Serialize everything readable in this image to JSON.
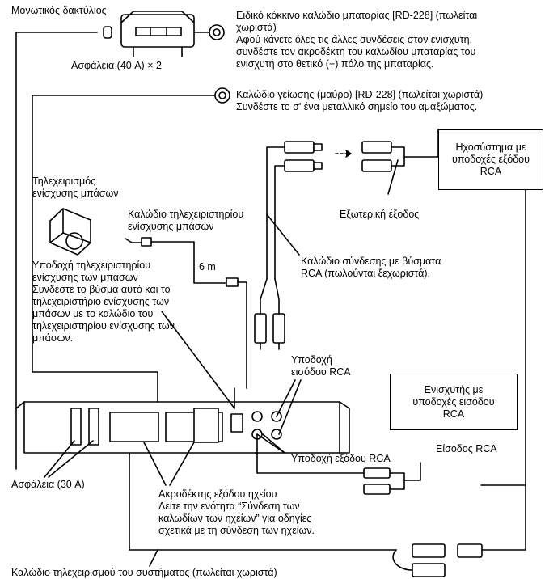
{
  "labels": {
    "ring_insulator": "Μονωτικός δακτύλιος",
    "fuse_40": "Ασφάλεια (40 A) × 2",
    "battery_wire_1": "Ειδικό κόκκινο καλώδιο μπαταρίας [RD-228] (πωλείται",
    "battery_wire_2": "χωριστά)",
    "battery_wire_3": "Αφού κάνετε όλες τις άλλες συνδέσεις στον ενισχυτή,",
    "battery_wire_4": "συνδέστε τον ακροδέκτη του καλωδίου μπαταρίας του",
    "battery_wire_5": "ενισχυτή στο θετικό (+) πόλο της μπαταρίας.",
    "ground_wire_1": "Καλώδιο γείωσης (μαύρο) [RD-228] (πωλείται χωριστά)",
    "ground_wire_2": "Συνδέστε το σ' ένα μεταλλικό σημείο του αμαξώματος.",
    "audio_system_1": "Ηχοσύστημα με",
    "audio_system_2": "υποδοχές εξόδου",
    "audio_system_3": "RCA",
    "bass_remote_1": "Τηλεχειρισμός",
    "bass_remote_2": "ενίσχυσης μπάσων",
    "bass_remote_cable_1": "Καλώδιο τηλεχειριστηρίου",
    "bass_remote_cable_2": "ενίσχυσης μπάσων",
    "external_output": "Εξωτερική έξοδος",
    "rca_cable_1": "Καλώδιο σύνδεσης με βύσματα",
    "rca_cable_2": "RCA (πωλούνται ξεχωριστά).",
    "cable_length": "6 m",
    "bass_socket_1": "Υποδοχή τηλεχειριστηρίου",
    "bass_socket_2": "ενίσχυσης των μπάσων",
    "bass_socket_3": "Συνδέστε το βύσμα αυτό και το",
    "bass_socket_4": "τηλεχειριστήριο ενίσχυσης των",
    "bass_socket_5": "μπάσων με το καλώδιο του",
    "bass_socket_6": "τηλεχειριστηρίου ενίσχυσης των",
    "bass_socket_7": "μπάσων.",
    "rca_input_socket_1": "Υποδοχή",
    "rca_input_socket_2": "εισόδου RCA",
    "amp_rca_1": "Ενισχυτής με",
    "amp_rca_2": "υποδοχές εισόδου",
    "amp_rca_3": "RCA",
    "rca_input": "Είσοδος RCA",
    "rca_output_socket": "Υποδοχή εξόδου RCA",
    "fuse_30": "Ασφάλεια (30 A)",
    "speaker_terminal_1": "Ακροδέκτης εξόδου ηχείου",
    "speaker_terminal_2": "Δείτε την ενότητα “Σύνδεση των",
    "speaker_terminal_3": "καλωδίων των ηχείων” για οδηγίες",
    "speaker_terminal_4": "σχετικά με τη σύνδεση των ηχείων.",
    "system_remote": "Καλώδιο τηλεχειρισμού του συστήματος (πωλείται χωριστά)"
  },
  "colors": {
    "line": "#000000",
    "amp_body": "#ffffff",
    "connector": "#ffffff"
  }
}
